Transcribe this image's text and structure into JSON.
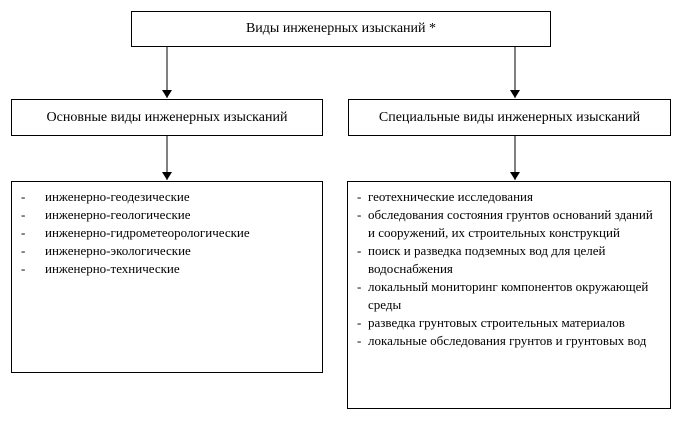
{
  "top": {
    "title": "Виды инженерных изысканий *"
  },
  "branches": {
    "basic": {
      "title": "Основные виды инженерных изысканий",
      "items": [
        "инженерно-геодезические",
        "инженерно-геологические",
        "инженерно-гидрометеорологические",
        "инженерно-экологические",
        "инженерно-технические"
      ]
    },
    "special": {
      "title": "Специальные виды инженерных изысканий",
      "items": [
        "геотехнические исследования",
        "обследования состояния грунтов оснований зданий и сооружений, их строительных конструкций",
        "поиск и разведка подземных вод для целей водоснабжения",
        "локальный мониторинг компонентов окружающей среды",
        "разведка грунтовых строительных материалов",
        "локальные обследования грунтов и грунтовых вод"
      ]
    }
  },
  "bullet": "-"
}
